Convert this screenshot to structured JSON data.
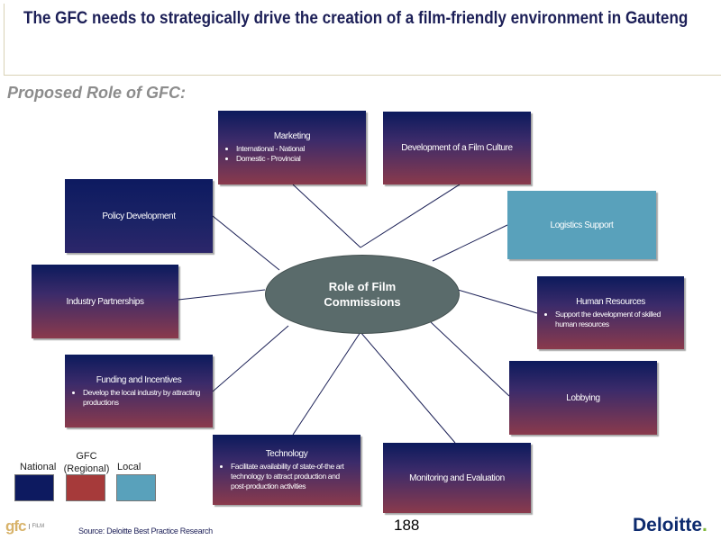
{
  "header": {
    "title": "The GFC needs to strategically drive the creation of a film-friendly environment in Gauteng",
    "subtitle": "Proposed Role of GFC:"
  },
  "diagram": {
    "center": {
      "line1": "Role of Film",
      "line2": "Commissions"
    },
    "nodes": {
      "marketing": {
        "label": "Marketing",
        "bullets": [
          "International - National",
          "Domestic - Provincial"
        ]
      },
      "film_culture": {
        "label": "Development of a Film Culture"
      },
      "policy": {
        "label": "Policy Development"
      },
      "logistics": {
        "label": "Logistics Support"
      },
      "industry": {
        "label": "Industry Partnerships"
      },
      "hr": {
        "label": "Human Resources",
        "bullets": [
          "Support the development of skilled human resources"
        ]
      },
      "funding": {
        "label": "Funding and Incentives",
        "bullets": [
          "Develop the local industry by attracting productions"
        ]
      },
      "lobbying": {
        "label": "Lobbying"
      },
      "technology": {
        "label": "Technology",
        "bullets": [
          "Facilitate availability of state-of-the art technology to attract production and post-production activities"
        ]
      },
      "monitoring": {
        "label": "Monitoring and Evaluation"
      }
    }
  },
  "legend": {
    "national": "National",
    "gfc_line1": "GFC",
    "gfc_line2": "(Regional)",
    "local": "Local",
    "colors": {
      "national": "#0d1a60",
      "regional": "#a63a3a",
      "local": "#59a1bb"
    }
  },
  "footer": {
    "page_number": "188",
    "source": "Source: Deloitte Best Practice Research",
    "gfc_logo_text": "gfc",
    "gfc_logo_sub": "FILM",
    "deloitte_text": "Deloitte",
    "deloitte_dot": "."
  }
}
